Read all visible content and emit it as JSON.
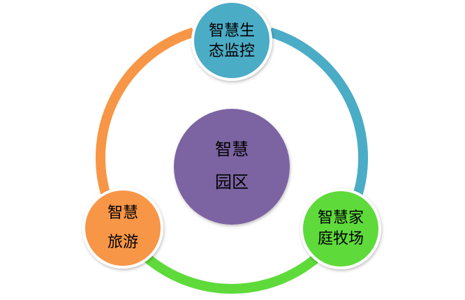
{
  "diagram": {
    "center": {
      "line1": "智慧",
      "line2": "园区",
      "color": "#7b63a1"
    },
    "nodes": [
      {
        "id": "monitoring",
        "line1": "智慧生",
        "line2": "态监控",
        "color": "#4bacc6"
      },
      {
        "id": "ranch",
        "line1": "智慧家",
        "line2": "庭牧场",
        "color": "#5fda3b"
      },
      {
        "id": "tourism",
        "line1": "智慧",
        "line2": "旅游",
        "color": "#f79646"
      }
    ],
    "arcs": [
      {
        "from": "monitoring",
        "to": "ranch",
        "color": "#4bacc6"
      },
      {
        "from": "ranch",
        "to": "tourism",
        "color": "#5fda3b"
      },
      {
        "from": "tourism",
        "to": "monitoring",
        "color": "#f79646"
      }
    ]
  }
}
